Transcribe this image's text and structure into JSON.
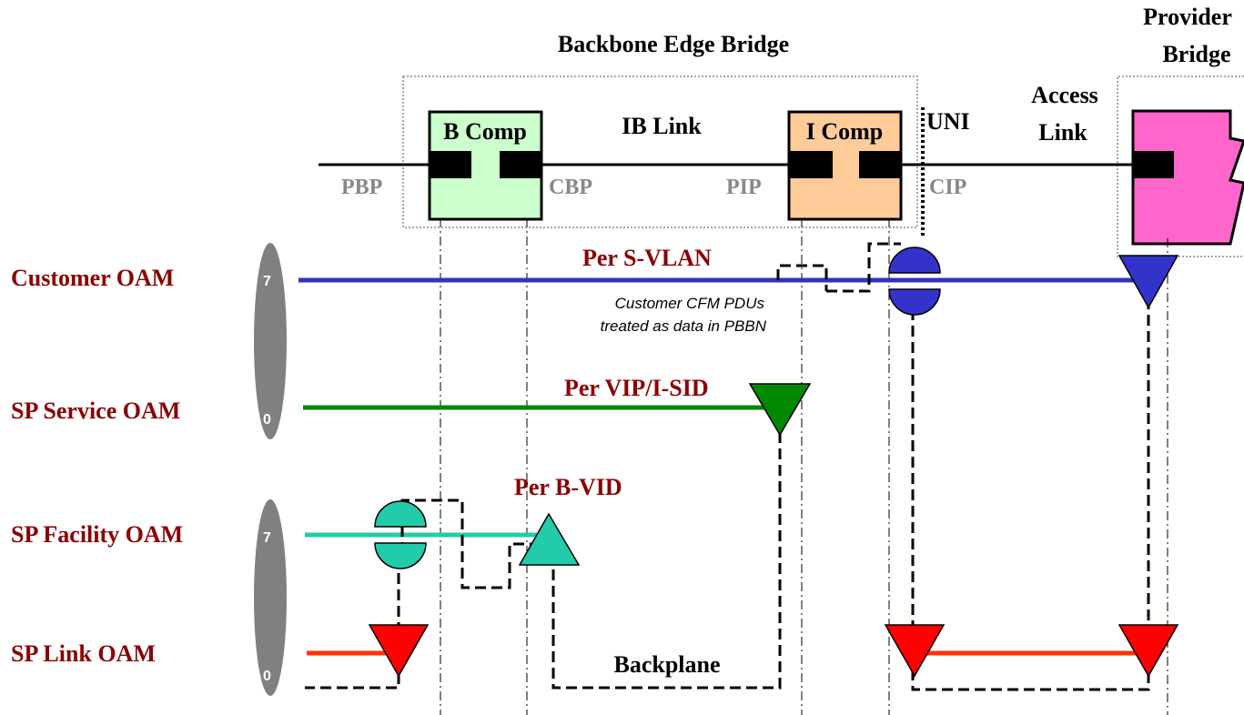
{
  "title": "Backbone Edge Bridge",
  "provider_bridge": {
    "line1": "Provider",
    "line2": "Bridge"
  },
  "components": {
    "b_comp": "B Comp",
    "i_comp": "I Comp"
  },
  "links": {
    "ib_link": "IB Link",
    "uni": "UNI",
    "access_line1": "Access",
    "access_line2": "Link",
    "backplane": "Backplane"
  },
  "ports": {
    "pbp": "PBP",
    "cbp": "CBP",
    "pip": "PIP",
    "cip": "CIP"
  },
  "levels": {
    "customer_oam": "Customer OAM",
    "sp_service_oam": "SP Service OAM",
    "sp_facility_oam": "SP Facility OAM",
    "sp_link_oam": "SP Link OAM"
  },
  "scopes": {
    "per_s_vlan": "Per S-VLAN",
    "per_vip_isid": "Per VIP/I-SID",
    "per_b_vid": "Per B-VID"
  },
  "note": {
    "line1": "Customer CFM PDUs",
    "line2": "treated as data in PBBN"
  },
  "scale_labels": {
    "top_high": "7",
    "top_low": "0",
    "bottom_high": "7",
    "bottom_low": "0"
  },
  "colors": {
    "level_text": "#8b0000",
    "customer_line": "#3333bb",
    "service_line": "#008800",
    "facility_line": "#22ccaa",
    "link_line": "#ff3300",
    "b_comp_fill": "#ccffcc",
    "i_comp_fill": "#ffcc99",
    "provider_fill": "#ff66cc",
    "port_text": "#888888",
    "scale_fill": "#808080"
  }
}
